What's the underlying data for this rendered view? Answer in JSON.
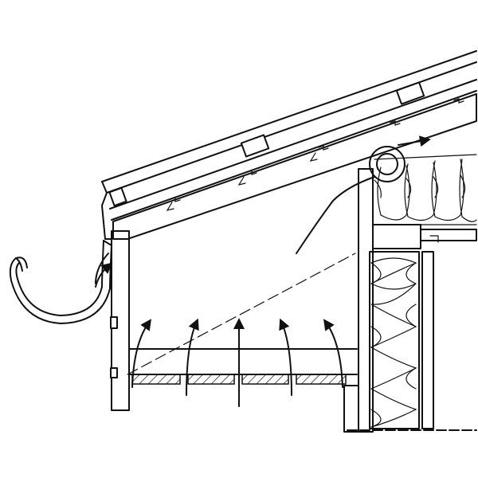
{
  "diagram": {
    "kind": "eave-section",
    "colors": {
      "ink": "#111111",
      "paper": "#ffffff"
    },
    "components": [
      "gutter",
      "fascia-board",
      "soffit-vent",
      "rafter",
      "roof-sheathing",
      "roof-covering",
      "ventilation-pipe",
      "ceiling-insulation",
      "wall-insulation",
      "top-plate",
      "wall-stud",
      "airflow-arrows"
    ],
    "airflow_arrow_count": 5
  }
}
